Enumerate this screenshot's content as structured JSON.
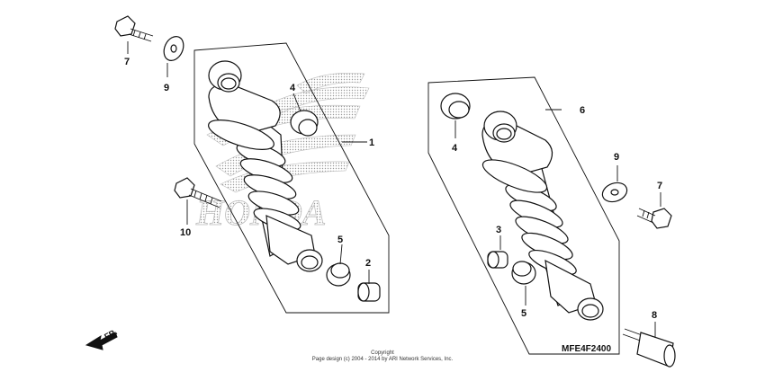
{
  "diagram": {
    "drawing_code": "MFE4F2400",
    "copyright_line1": "Copyright",
    "copyright_line2": "Page design (c) 2004 - 2014 by ARI Network Services, Inc.",
    "direction_label": "FR.",
    "watermark_text": "HONDA",
    "callouts": {
      "c1": "1",
      "c2": "2",
      "c3": "3",
      "c4_left": "4",
      "c4_right": "4",
      "c5_left": "5",
      "c5_right": "5",
      "c6": "6",
      "c7_left": "7",
      "c7_right": "7",
      "c8": "8",
      "c9_left": "9",
      "c9_right": "9",
      "c10": "10"
    }
  }
}
